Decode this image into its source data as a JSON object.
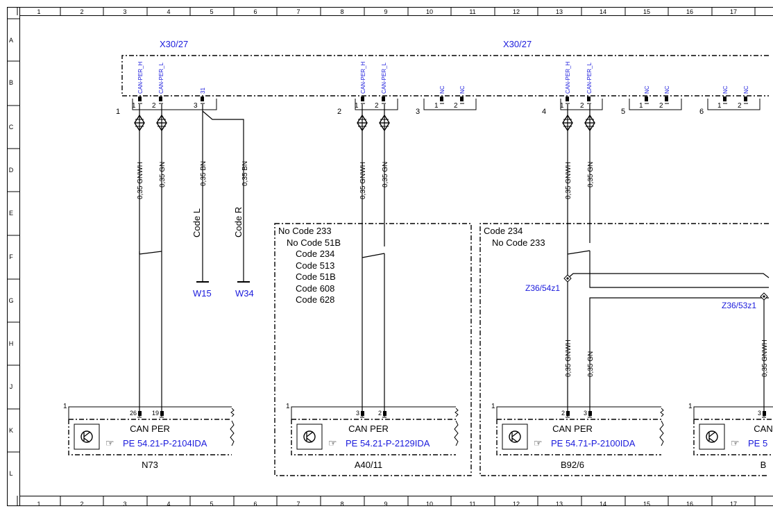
{
  "grid": {
    "columns": [
      "1",
      "2",
      "3",
      "4",
      "5",
      "6",
      "7",
      "8",
      "9",
      "10",
      "11",
      "12",
      "13",
      "14",
      "15",
      "16",
      "17"
    ],
    "rows": [
      "A",
      "B",
      "C",
      "D",
      "E",
      "F",
      "G",
      "H",
      "J",
      "K",
      "L"
    ]
  },
  "connector_labels": {
    "left": "X30/27",
    "middle": "X30/27"
  },
  "block_numbers": [
    "1",
    "2",
    "3",
    "4",
    "5",
    "6"
  ],
  "pins": {
    "can_h": "CAN-PER_H",
    "can_l": "CAN-PER_L",
    "ground": "31",
    "nc": "NC",
    "p1": "1",
    "p2": "2",
    "p3": "3"
  },
  "wires": {
    "gnwh": "0,35 GNWH",
    "gn": "0,35 GN",
    "bn": "0,35 BN"
  },
  "codes": {
    "code_l": "Code L",
    "code_r": "Code R",
    "box1": [
      "No Code 233",
      "No Code 51B",
      "Code 234",
      "Code 513",
      "Code 51B",
      "Code 608",
      "Code 628"
    ],
    "box2": [
      "Code 234",
      "No Code 233"
    ]
  },
  "grounds": {
    "w15": "W15",
    "w34": "W34"
  },
  "splices": {
    "z1": "Z36/54z1",
    "z2": "Z36/53z1"
  },
  "components": [
    {
      "pin_a": "26",
      "pin_b": "19",
      "bus": "CAN PER",
      "ref": "PE 54.21-P-2104IDA",
      "id": "N73",
      "header": "1"
    },
    {
      "pin_a": "3",
      "pin_b": "2",
      "bus": "CAN PER",
      "ref": "PE 54.21-P-2129IDA",
      "id": "A40/11",
      "header": "1"
    },
    {
      "pin_a": "2",
      "pin_b": "3",
      "bus": "CAN PER",
      "ref": "PE 54.71-P-2100IDA",
      "id": "B92/6",
      "header": "1"
    },
    {
      "pin_a": "3",
      "bus": "CAN",
      "ref": "PE 5",
      "id": "B",
      "header": "1"
    }
  ],
  "colors": {
    "link": "#1a1adc",
    "line": "#000000"
  }
}
